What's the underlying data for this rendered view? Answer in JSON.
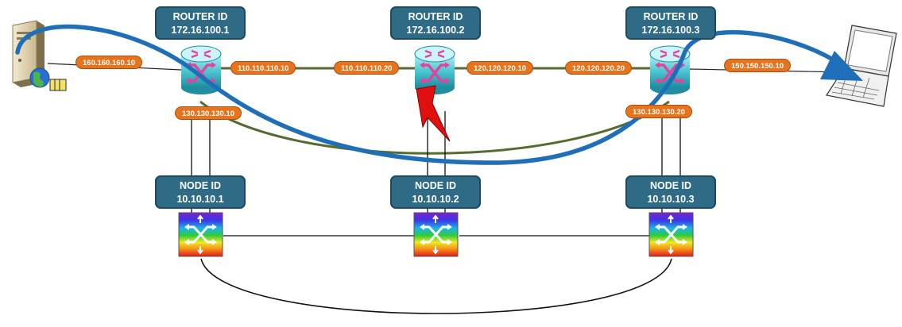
{
  "colors": {
    "box_fill": "#2f6b86",
    "pill_fill": "#e7741c",
    "path_blue": "#1f6fb8",
    "link_green": "#556b2f",
    "fault_red": "#e01010"
  },
  "routers": [
    {
      "id_label": "ROUTER ID",
      "id_value": "172.16.100.1"
    },
    {
      "id_label": "ROUTER ID",
      "id_value": "172.16.100.2"
    },
    {
      "id_label": "ROUTER ID",
      "id_value": "172.16.100.3"
    }
  ],
  "nodes": [
    {
      "id_label": "NODE ID",
      "id_value": "10.10.10.1"
    },
    {
      "id_label": "NODE ID",
      "id_value": "10.10.10.2"
    },
    {
      "id_label": "NODE ID",
      "id_value": "10.10.10.3"
    }
  ],
  "interfaces": {
    "server_link": "160.160.160.10",
    "r1_r2_a": "110.110.110.10",
    "r1_r2_b": "110.110.110.20",
    "r2_r3_a": "120.120.120.10",
    "r2_r3_b": "120.120.120.20",
    "r3_laptop": "150.150.150.10",
    "r1_r3_a": "130.130.130.10",
    "r1_r3_b": "130.130.130.20"
  },
  "icons": {
    "server": "server-icon",
    "laptop": "laptop-icon",
    "router": "router-icon",
    "optical_switch": "optical-switch-icon",
    "fault": "lightning-fault-icon"
  }
}
